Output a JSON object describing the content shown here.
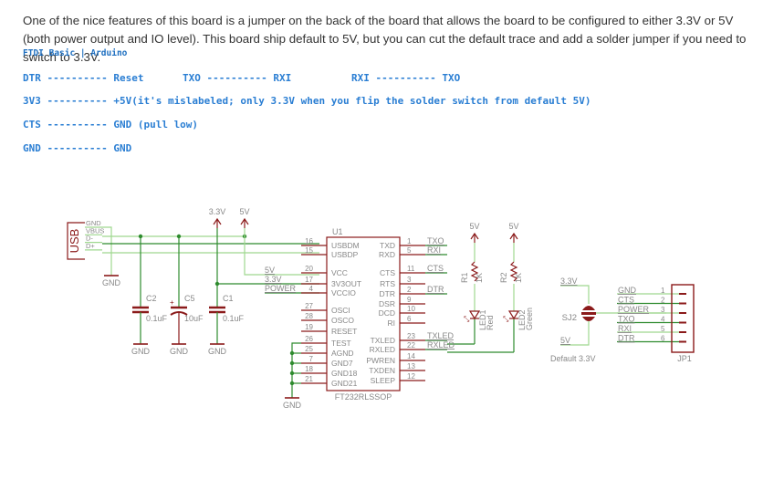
{
  "intro": {
    "paragraph": "One of the nice features of this board is a jumper on the back of the board that allows the board to be configured to either 3.3V or 5V (both power output and IO level). This board ship default to 5V, but you can cut the default trace and add a solder jumper if you need to switch to 3.3V.",
    "caption": "FTDI Basic | Arduino"
  },
  "mapping": {
    "row1": [
      "DTR ---------- Reset",
      "TXO ---------- RXI",
      "RXI ---------- TXO"
    ],
    "row2": "3V3 ---------- +5V(it's mislabeled; only 3.3V when you flip the solder switch from default 5V)",
    "row3": "CTS ---------- GND (pull low)",
    "row4": "GND ---------- GND"
  },
  "schematic": {
    "colors": {
      "wire_green": "#2e8b2e",
      "wire_light": "#9fd88f",
      "part_red": "#8b1a1a",
      "label_gray": "#888888"
    },
    "usb": {
      "label": "USB",
      "pins": [
        "GND",
        "VBUS",
        "D-",
        "D+"
      ]
    },
    "power_labels": [
      "3.3V",
      "5V"
    ],
    "caps": [
      {
        "name": "C2",
        "value": "0.1uF"
      },
      {
        "name": "C5",
        "value": "10uF"
      },
      {
        "name": "C1",
        "value": "0.1uF"
      }
    ],
    "gnd": "GND",
    "u1": {
      "name": "U1",
      "part": "FT232RLSSOP",
      "left_pins": [
        {
          "num": "16",
          "name": "USBDM"
        },
        {
          "num": "15",
          "name": "USBDP"
        },
        {
          "num": "20",
          "name": "VCC",
          "net": "5V"
        },
        {
          "num": "17",
          "name": "3V3OUT",
          "net": "3.3V"
        },
        {
          "num": "4",
          "name": "VCCIO",
          "net": "POWER"
        },
        {
          "num": "27",
          "name": "OSCI"
        },
        {
          "num": "28",
          "name": "OSCO"
        },
        {
          "num": "19",
          "name": "RESET"
        },
        {
          "num": "26",
          "name": "TEST"
        },
        {
          "num": "25",
          "name": "AGND"
        },
        {
          "num": "7",
          "name": "GND7"
        },
        {
          "num": "18",
          "name": "GND18"
        },
        {
          "num": "21",
          "name": "GND21"
        }
      ],
      "right_pins": [
        {
          "num": "1",
          "name": "TXD",
          "net": "TXO"
        },
        {
          "num": "5",
          "name": "RXD",
          "net": "RXI"
        },
        {
          "num": "11",
          "name": "CTS",
          "net": "CTS"
        },
        {
          "num": "3",
          "name": "RTS",
          "net": ""
        },
        {
          "num": "2",
          "name": "DTR",
          "net": "DTR"
        },
        {
          "num": "9",
          "name": "DSR",
          "net": ""
        },
        {
          "num": "10",
          "name": "DCD",
          "net": ""
        },
        {
          "num": "6",
          "name": "RI",
          "net": ""
        },
        {
          "num": "23",
          "name": "TXLED",
          "net": "TXLED"
        },
        {
          "num": "22",
          "name": "RXLED",
          "net": "RXLED"
        },
        {
          "num": "14",
          "name": "PWREN",
          "net": ""
        },
        {
          "num": "13",
          "name": "TXDEN",
          "net": ""
        },
        {
          "num": "12",
          "name": "SLEEP",
          "net": ""
        }
      ]
    },
    "leds": [
      {
        "r": "R1",
        "rval": "1K",
        "led": "LED1",
        "color": "Red",
        "supply": "5V"
      },
      {
        "r": "R2",
        "rval": "1K",
        "led": "LED2",
        "color": "Green",
        "supply": "5V"
      }
    ],
    "sj2": {
      "name": "SJ2",
      "top": "3.3V",
      "bottom": "5V",
      "note": "Default 3.3V"
    },
    "jp1": {
      "name": "JP1",
      "pins": [
        {
          "num": "1",
          "net": "GND"
        },
        {
          "num": "2",
          "net": "CTS"
        },
        {
          "num": "3",
          "net": "POWER"
        },
        {
          "num": "4",
          "net": "TXO"
        },
        {
          "num": "5",
          "net": "RXI"
        },
        {
          "num": "6",
          "net": "DTR"
        }
      ]
    }
  }
}
